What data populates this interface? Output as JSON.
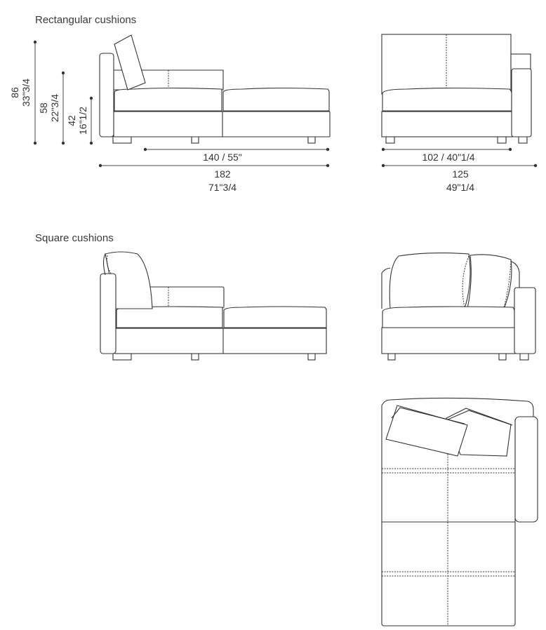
{
  "headings": {
    "rectangular": "Rectangular cushions",
    "square": "Square cushions"
  },
  "dimensions": {
    "height_total": {
      "cm": "86",
      "in": "33\"3/4"
    },
    "height_arm": {
      "cm": "58",
      "in": "22\"3/4"
    },
    "height_seat": {
      "cm": "42",
      "in": "16\"1/2"
    },
    "seat_depth": "140 / 55\"",
    "length_total": {
      "cm": "182",
      "in": "71\"3/4"
    },
    "seat_width": "102 / 40\"1/4",
    "width_total": {
      "cm": "125",
      "in": "49\"1/4"
    }
  },
  "colors": {
    "line": "#333333",
    "background": "#ffffff"
  }
}
